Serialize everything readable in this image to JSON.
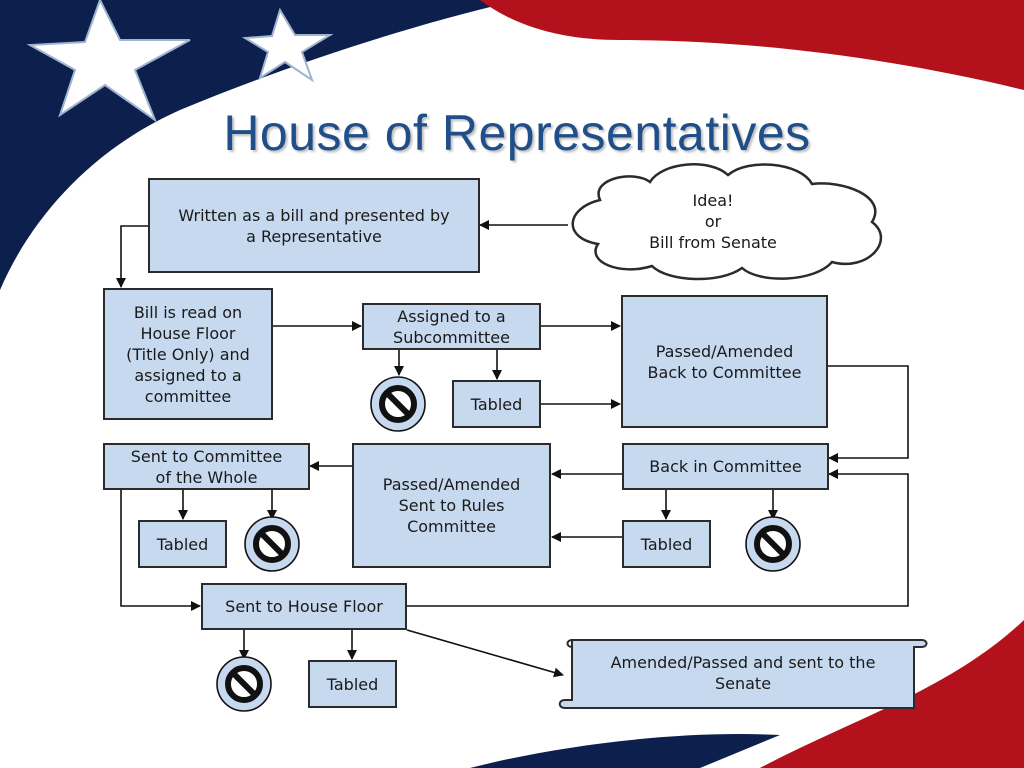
{
  "slide": {
    "title": "House of Representatives",
    "colors": {
      "title": "#1f4e89",
      "box_fill": "#c6d9ef",
      "box_border": "#2b2b2b",
      "flag_red": "#b3121c",
      "flag_navy": "#0d1f4d"
    }
  },
  "diagram": {
    "start": {
      "label": "Idea!\nor\nBill from Senate",
      "shape": "cloud"
    },
    "nodes": {
      "written": "Written as a bill and presented by\na Representative",
      "read_floor": "Bill is read on\nHouse Floor\n(Title Only) and\nassigned to a\ncommittee",
      "subcommittee": "Assigned to a\nSubcommittee",
      "tabled_sub": "Tabled",
      "passed_back": "Passed/Amended\nBack to Committee",
      "back_committee": "Back in Committee",
      "tabled_committee": "Tabled",
      "passed_rules": "Passed/Amended\nSent to Rules\nCommittee",
      "committee_whole": "Sent to Committee\nof the Whole",
      "tabled_whole": "Tabled",
      "house_floor": "Sent to House Floor",
      "tabled_floor": "Tabled"
    },
    "end": {
      "label": "Amended/Passed and sent to the\nSenate",
      "shape": "scroll"
    },
    "veto_icon": "prohibited-icon"
  }
}
